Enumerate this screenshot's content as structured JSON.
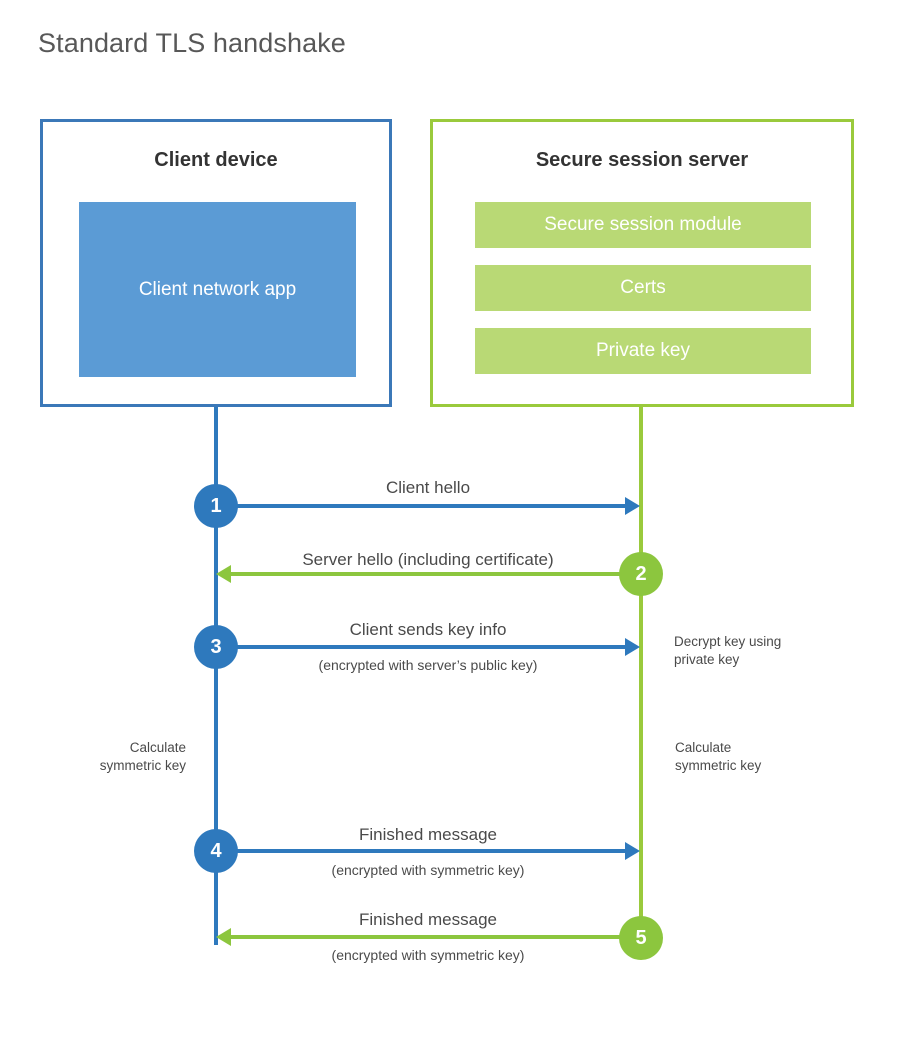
{
  "title": "Standard TLS handshake",
  "colors": {
    "client_border": "#3B78B8",
    "client_fill": "#5B9BD5",
    "server_border": "#9ACA3C",
    "server_fill": "#B9D975",
    "blue_line": "#2E79BD",
    "green_line": "#8CC63E",
    "text": "#4A4A4A",
    "title_text": "#585858"
  },
  "actors": {
    "client": {
      "title": "Client device",
      "blocks": [
        {
          "label": "Client network app"
        }
      ]
    },
    "server": {
      "title": "Secure session server",
      "blocks": [
        {
          "label": "Secure session module"
        },
        {
          "label": "Certs"
        },
        {
          "label": "Private key"
        }
      ]
    }
  },
  "steps": [
    {
      "number": "1",
      "label": "Client hello",
      "sublabel": "",
      "direction": "client-to-server",
      "color": "blue"
    },
    {
      "number": "2",
      "label": "Server hello (including certificate)",
      "sublabel": "",
      "direction": "server-to-client",
      "color": "green"
    },
    {
      "number": "3",
      "label": "Client sends key info",
      "sublabel": "(encrypted with server’s public key)",
      "direction": "client-to-server",
      "color": "blue"
    },
    {
      "number": "4",
      "label": "Finished message",
      "sublabel": "(encrypted with symmetric key)",
      "direction": "client-to-server",
      "color": "blue"
    },
    {
      "number": "5",
      "label": "Finished message",
      "sublabel": "(encrypted with symmetric key)",
      "direction": "server-to-client",
      "color": "green"
    }
  ],
  "annotations": {
    "server_decrypt": "Decrypt key using\nprivate key",
    "client_calculate": "Calculate\nsymmetric key",
    "server_calculate": "Calculate\nsymmetric key"
  }
}
